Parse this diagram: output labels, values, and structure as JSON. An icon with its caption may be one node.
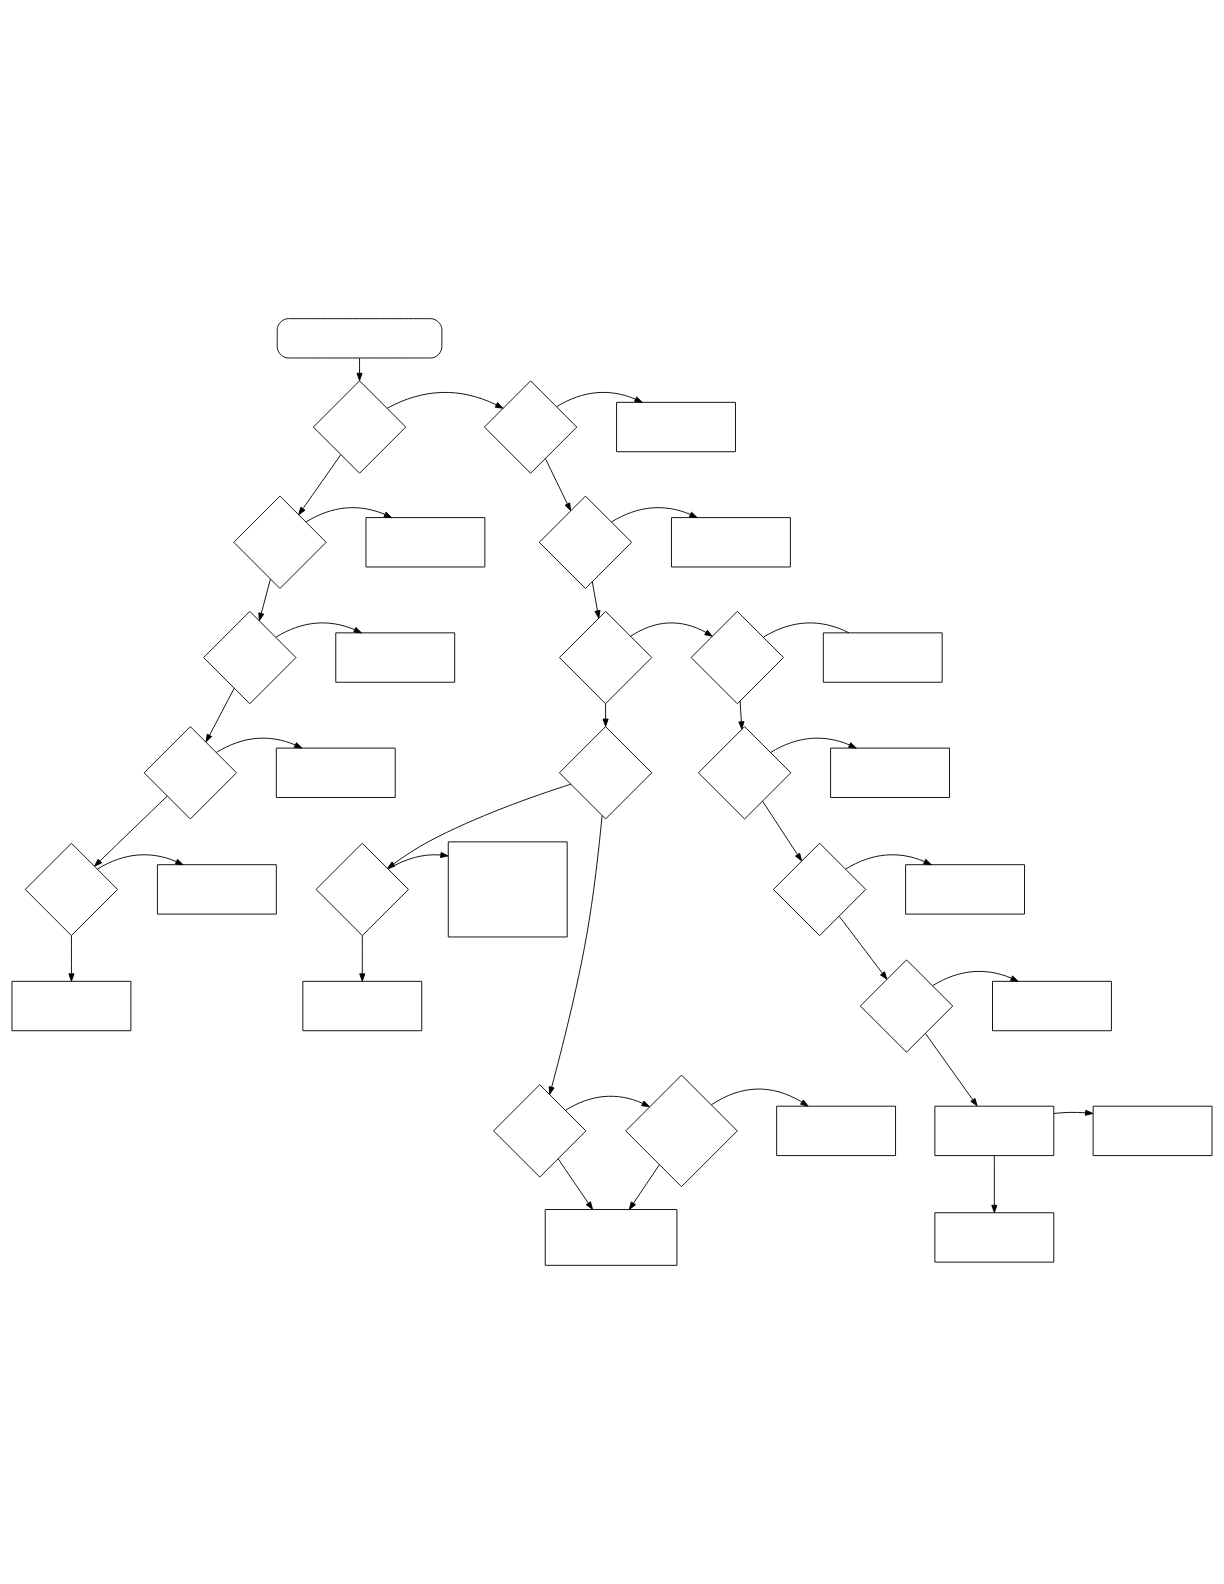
{
  "diagram": {
    "nodes": [
      {
        "text": [],
        "shape": "rounded"
      },
      {
        "text": [],
        "shape": "diamond"
      },
      {
        "text": [],
        "shape": "diamond"
      },
      {
        "text": [],
        "shape": "diamond"
      },
      {
        "text": [],
        "shape": "diamond"
      },
      {
        "text": [],
        "shape": "diamond"
      },
      {
        "text": [],
        "shape": "box"
      },
      {
        "text": [],
        "shape": "box"
      },
      {
        "text": [],
        "shape": "box"
      },
      {
        "text": [],
        "shape": "box"
      },
      {
        "text": [],
        "shape": "box"
      },
      {
        "text": [],
        "shape": "diamond"
      },
      {
        "text": [],
        "shape": "box"
      },
      {
        "text": [],
        "shape": "diamond"
      },
      {
        "text": [],
        "shape": "box"
      },
      {
        "text": [],
        "shape": "diamond"
      },
      {
        "text": [],
        "shape": "diamond"
      },
      {
        "text": [],
        "shape": "box"
      },
      {
        "text": [],
        "shape": "diamond"
      },
      {
        "text": [],
        "shape": "diamond"
      },
      {
        "text": [],
        "shape": "box"
      },
      {
        "text": [],
        "shape": "box"
      },
      {
        "text": [],
        "shape": "diamond"
      },
      {
        "text": [],
        "shape": "box"
      },
      {
        "text": [],
        "shape": "diamond"
      },
      {
        "text": [],
        "shape": "box"
      },
      {
        "text": [],
        "shape": "diamond"
      },
      {
        "text": [],
        "shape": "box"
      },
      {
        "text": [],
        "shape": "box"
      },
      {
        "text": [],
        "shape": "box"
      },
      {
        "text": [],
        "shape": "box"
      },
      {
        "text": [],
        "shape": "diamond"
      },
      {
        "text": [],
        "shape": "diamond"
      },
      {
        "text": [],
        "shape": "box"
      },
      {
        "text": [],
        "shape": "box"
      }
    ],
    "edges": [
      {
        "from": 0,
        "to": 1,
        "arrow": "to"
      },
      {
        "from": 1,
        "to": 2,
        "arrow": "to"
      },
      {
        "from": 1,
        "to": 11,
        "arrow": "to"
      },
      {
        "from": 2,
        "to": 6,
        "arrow": "to"
      },
      {
        "from": 2,
        "to": 3,
        "arrow": "to"
      },
      {
        "from": 3,
        "to": 7,
        "arrow": "to"
      },
      {
        "from": 3,
        "to": 4,
        "arrow": "to"
      },
      {
        "from": 4,
        "to": 8,
        "arrow": "to"
      },
      {
        "from": 4,
        "to": 5,
        "arrow": "to"
      },
      {
        "from": 5,
        "to": 9,
        "arrow": "to"
      },
      {
        "from": 5,
        "to": 10,
        "arrow": "to"
      },
      {
        "from": 11,
        "to": 12,
        "arrow": "to"
      },
      {
        "from": 11,
        "to": 13,
        "arrow": "to"
      },
      {
        "from": 13,
        "to": 14,
        "arrow": "to"
      },
      {
        "from": 13,
        "to": 15,
        "arrow": "to"
      },
      {
        "from": 15,
        "to": 16,
        "arrow": "to"
      },
      {
        "from": 16,
        "to": 17,
        "arrow": "none"
      },
      {
        "from": 15,
        "to": 18,
        "arrow": "to"
      },
      {
        "from": 18,
        "to": 31,
        "arrow": "to"
      },
      {
        "from": 18,
        "to": 19,
        "arrow": "to"
      },
      {
        "from": 19,
        "to": 20,
        "arrow": "to"
      },
      {
        "from": 19,
        "to": 21,
        "arrow": "to"
      },
      {
        "from": 16,
        "to": 22,
        "arrow": "to"
      },
      {
        "from": 22,
        "to": 23,
        "arrow": "to"
      },
      {
        "from": 22,
        "to": 24,
        "arrow": "to"
      },
      {
        "from": 24,
        "to": 25,
        "arrow": "to"
      },
      {
        "from": 24,
        "to": 26,
        "arrow": "to"
      },
      {
        "from": 26,
        "to": 27,
        "arrow": "to"
      },
      {
        "from": 26,
        "to": 28,
        "arrow": "to"
      },
      {
        "from": 28,
        "to": 29,
        "arrow": "to"
      },
      {
        "from": 28,
        "to": 30,
        "arrow": "to"
      },
      {
        "from": 31,
        "to": 32,
        "arrow": "to"
      },
      {
        "from": 32,
        "to": 33,
        "arrow": "to"
      },
      {
        "from": 32,
        "to": 34,
        "arrow": "to"
      },
      {
        "from": 31,
        "to": 34,
        "arrow": "to"
      }
    ]
  }
}
